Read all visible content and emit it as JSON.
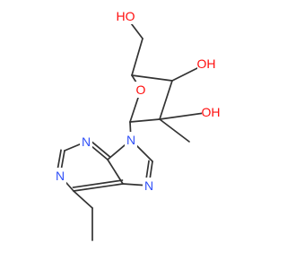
{
  "colors": {
    "bond": "#333333",
    "oxygen": "#ff0d0d",
    "nitrogen": "#3050f8",
    "background": "#ffffff"
  },
  "labels": {
    "hydroxymethyl_oh": "HO",
    "ring_oxygen": "O",
    "c3_oh": "OH",
    "c2_oh": "OH",
    "n9": "N",
    "n3": "N",
    "n1": "N",
    "n7": "N"
  }
}
